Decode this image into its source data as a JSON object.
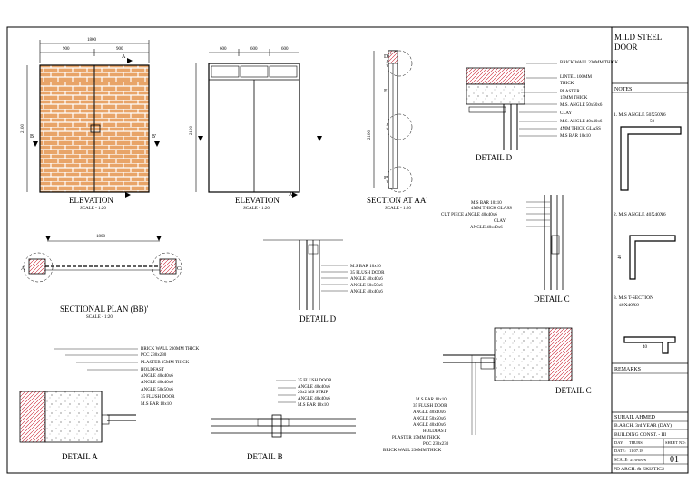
{
  "title_block": {
    "title_line1": "MILD STEEL",
    "title_line2": "DOOR",
    "notes_heading": "NOTES",
    "note1": "1. M.S ANGLE 50X50X6",
    "note1_dim": "50",
    "note2": "2. M.S ANGLE 40X40X6",
    "note2_dim": "40",
    "note3_line1": "3. M.S T-SECTION",
    "note3_line2": "40X40X6",
    "note3_dim": "40",
    "remarks_heading": "REMARKS",
    "student": "SUHAIL AHMED",
    "year": "B.ARCH. 3rd YEAR (DAY)",
    "subject": "BUILDING CONST. - III",
    "day_label": "DAY:",
    "day_value": "THURS",
    "sheet_label": "SHEET NO:",
    "date_label": "DATE:",
    "date_value": "11.07.18",
    "scale_label": "SCALE:",
    "scale_value": "AS SHOWN",
    "sheet_no": "01",
    "footer": "PD ARCH. & EKISTICS"
  },
  "elevation1": {
    "title": "ELEVATION",
    "scale": "SCALE - 1:20",
    "dim_total": "1800",
    "dim_left": "900",
    "dim_right": "900",
    "dim_height": "2100",
    "mark_a": "A",
    "mark_b": "B",
    "mark_b2": "B'"
  },
  "elevation2": {
    "title": "ELEVATION",
    "scale": "SCALE - 1:20",
    "dim1": "600",
    "dim2": "600",
    "dim3": "600",
    "dim_height": "2100",
    "mark_a": "A"
  },
  "section_aa": {
    "title": "SECTION AT AA'",
    "scale": "SCALE - 1:20",
    "dim_height": "2100",
    "mark_d": "D",
    "mark_e": "E",
    "mark_f": "F"
  },
  "sectional_plan": {
    "title": "SECTIONAL PLAN (BB)'",
    "scale": "SCALE - 1:20",
    "dim_total": "1800",
    "mark_a": "A",
    "mark_c": "C"
  },
  "detail_d_top": {
    "title": "DETAIL D",
    "labels": [
      "BRICK WALL 230MM THICK",
      "LINTEL 100MM",
      "THICK",
      "PLASTER",
      "15MM THICK",
      "M.S. ANGLE 50x50x6",
      "CLAY",
      "M.S. ANGLE 40x40x6",
      "4MM THICK GLASS",
      "M.S BAR 10x10"
    ]
  },
  "detail_c_top": {
    "title": "DETAIL C",
    "labels": [
      "M.S BAR 10x10",
      "4MM THICK GLASS",
      "CUT PIECE ANGLE 40x40x6",
      "CLAY",
      "ANGLE 40x40x6"
    ]
  },
  "detail_d_mid": {
    "title": "DETAIL D",
    "labels": [
      "M.S BAR 10x10",
      "35 FLUSH DOOR",
      "ANGLE 40x40x6",
      "ANGLE 50x50x6",
      "ANGLE 40x40x6"
    ]
  },
  "detail_a": {
    "title": "DETAIL A",
    "labels": [
      "BRICK WALL 230MM THICK",
      "PCC 230x230",
      "PLASTER 15MM THICK",
      "HOLDFAST",
      "ANGLE 40x40x6",
      "ANGLE 40x40x6",
      "ANGLE 50x50x6",
      "35 FLUSH DOOR",
      "M.S BAR 10x10"
    ]
  },
  "detail_b": {
    "title": "DETAIL B",
    "labels": [
      "35 FLUSH DOOR",
      "ANGLE 40x40x6",
      "20x2 MS STRIP",
      "ANGLE 40x40x6",
      "M.S BAR 10x10"
    ]
  },
  "detail_c_bottom": {
    "title": "DETAIL C",
    "labels": [
      "M.S BAR 10x10",
      "35 FLUSH DOOR",
      "ANGLE 40x40x6",
      "ANGLE 50x50x6",
      "ANGLE 40x40x6",
      "HOLDFAST",
      "PLASTER 15MM THICK",
      "PCC 230x230",
      "BRICK WALL 230MM THICK"
    ]
  },
  "colors": {
    "brick": "#e8a468",
    "brick_line": "#9a6a3a",
    "line": "#000000",
    "hatch": "#c23"
  }
}
